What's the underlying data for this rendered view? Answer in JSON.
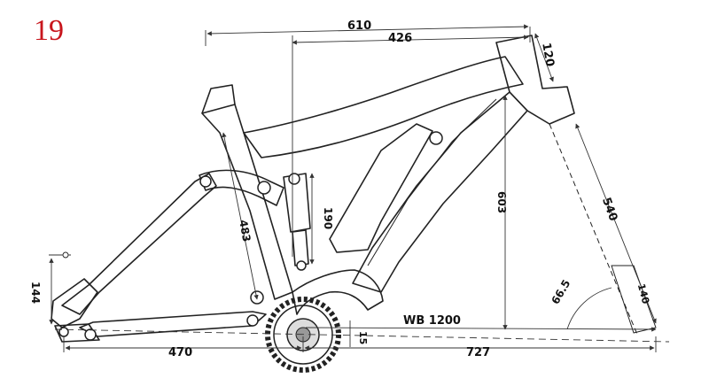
{
  "figure_number": "19",
  "dimensions": {
    "reach": "610",
    "top_tube": "426",
    "head_tube": "120",
    "fork_length": "540",
    "stack": "603",
    "shock_length": "190",
    "seat_tube": "483",
    "chainstay_vertical": "144",
    "head_angle": "66.5",
    "fork_offset": "140",
    "wheelbase": "WB 1200",
    "bb_drop": "15",
    "chainstay": "470",
    "front_center": "727"
  },
  "colors": {
    "figure_number": "#c8161d",
    "line": "#222222",
    "dim_line": "#333333"
  }
}
